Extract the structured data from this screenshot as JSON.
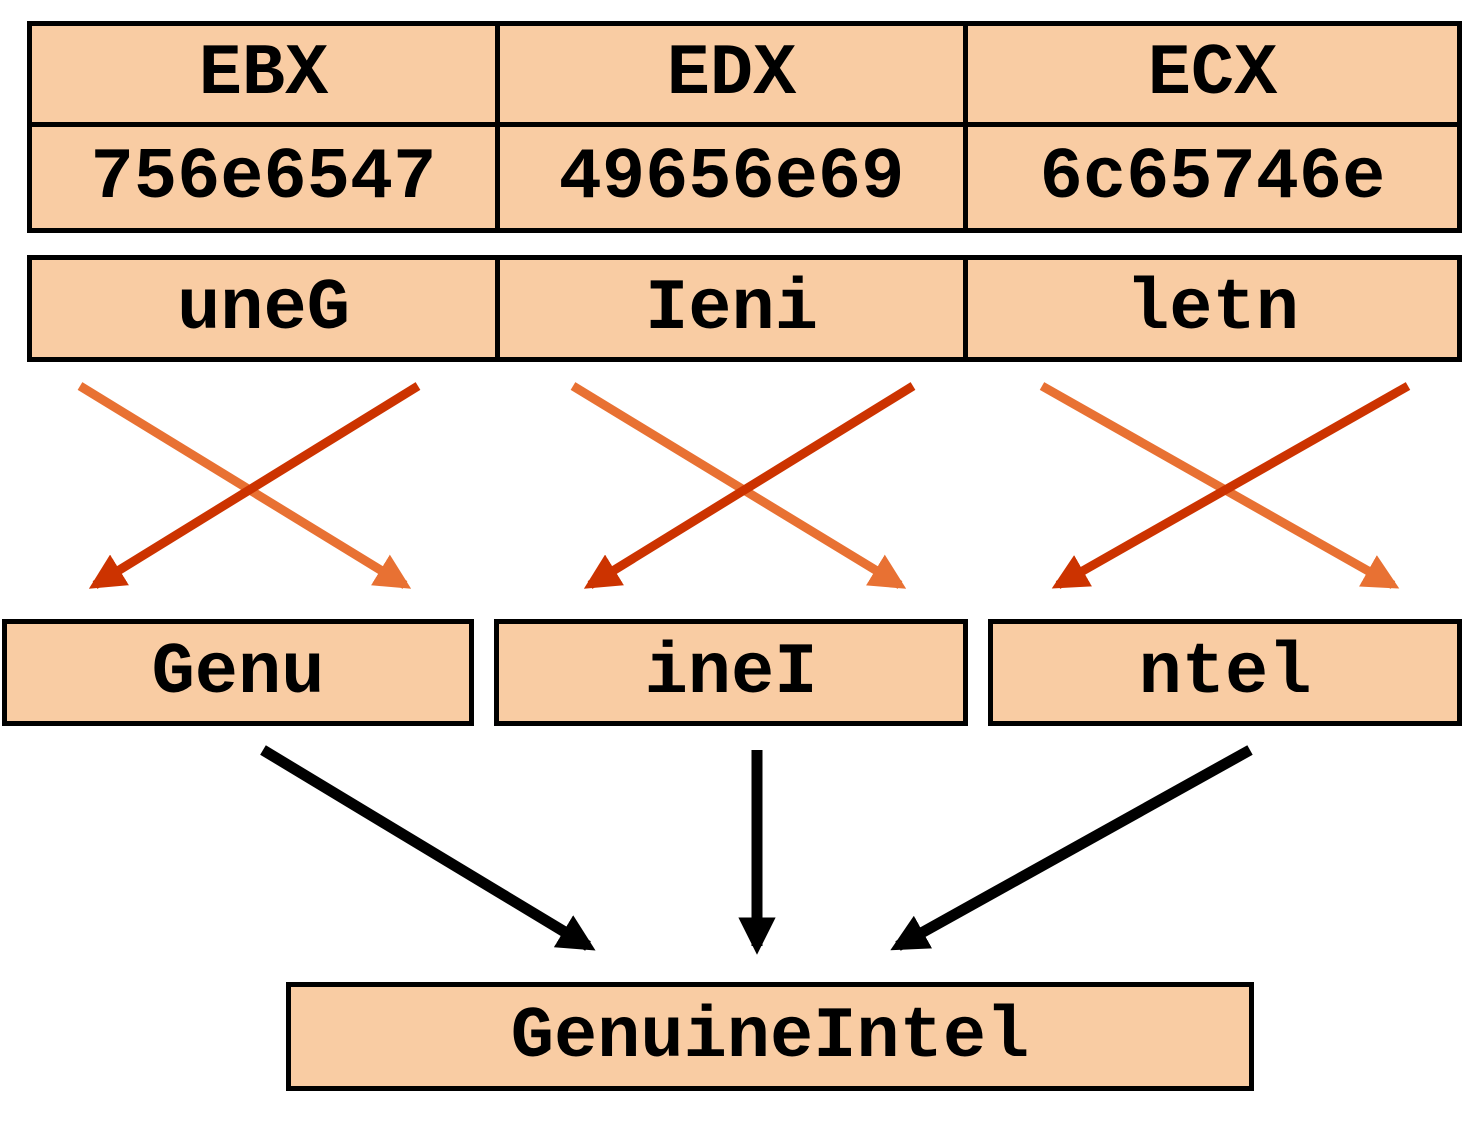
{
  "registers": [
    {
      "name": "EBX",
      "hex": "756e6547",
      "reversed": "uneG",
      "ordered": "Genu"
    },
    {
      "name": "EDX",
      "hex": "49656e69",
      "reversed": "Ieni",
      "ordered": "ineI"
    },
    {
      "name": "ECX",
      "hex": "6c65746e",
      "reversed": "letn",
      "ordered": "ntel"
    }
  ],
  "result": "GenuineIntel",
  "colors": {
    "box_fill": "#f9cca3",
    "arrow_light": "#e87133",
    "arrow_dark": "#cc3300",
    "arrow_black": "#000000"
  }
}
